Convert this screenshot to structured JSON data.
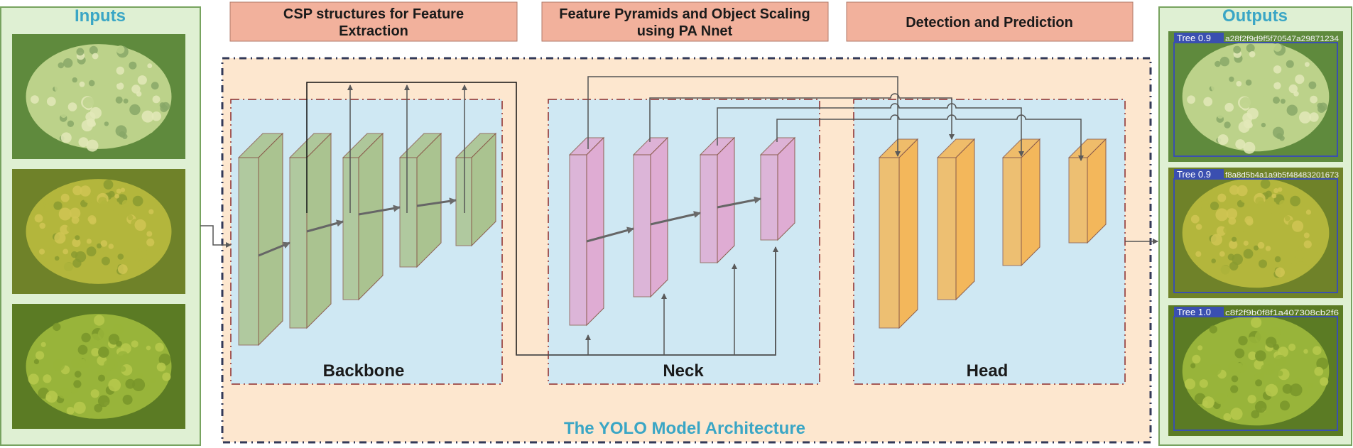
{
  "inputs": {
    "title": "Inputs",
    "images": [
      {
        "name": "tree-1",
        "colors": [
          "#bcd28a",
          "#e3e9b9",
          "#88a867",
          "#5f8a3d"
        ]
      },
      {
        "name": "tree-2",
        "colors": [
          "#b3b63c",
          "#d0c553",
          "#8a9b30",
          "#6f8229"
        ]
      },
      {
        "name": "tree-3",
        "colors": [
          "#98b43a",
          "#b7c94d",
          "#78952a",
          "#5b7b24"
        ]
      }
    ]
  },
  "outputs": {
    "title": "Outputs",
    "detections": [
      {
        "label": "Tree 0.9",
        "id_text": "a28f2f9d9f5f70547a29871234"
      },
      {
        "label": "Tree 0.9",
        "id_text": "f8a8d5b4a1a9b5f48483201673"
      },
      {
        "label": "Tree 1.0",
        "id_text": "c8f2f9b0f8f1a407308cb2f6"
      }
    ]
  },
  "headers": {
    "csp": "CSP structures for Feature Extraction",
    "csp_lines": [
      "CSP structures for Feature",
      "Extraction"
    ],
    "fpn": "Feature Pyramids and Object Scaling using PA Nnet",
    "fpn_lines": [
      "Feature Pyramids and Object Scaling",
      "using PA Nnet"
    ],
    "detection": "Detection and Prediction"
  },
  "architecture": {
    "title": "The YOLO Model Architecture",
    "sections": {
      "backbone": "Backbone",
      "neck": "Neck",
      "head": "Head"
    }
  },
  "colors": {
    "header_fill": "#f2b19c",
    "outer_fill": "#fde7cf",
    "section_fill": "#cfe8f3",
    "panel_fill": "#dff0d3",
    "panel_border": "#77a35f",
    "title_blue": "#3aa6c5",
    "backbone_block": "#a9c28b",
    "neck_block": "#e0a9d2",
    "head_block": "#f5b553",
    "bbox": "#3a4fb0"
  }
}
